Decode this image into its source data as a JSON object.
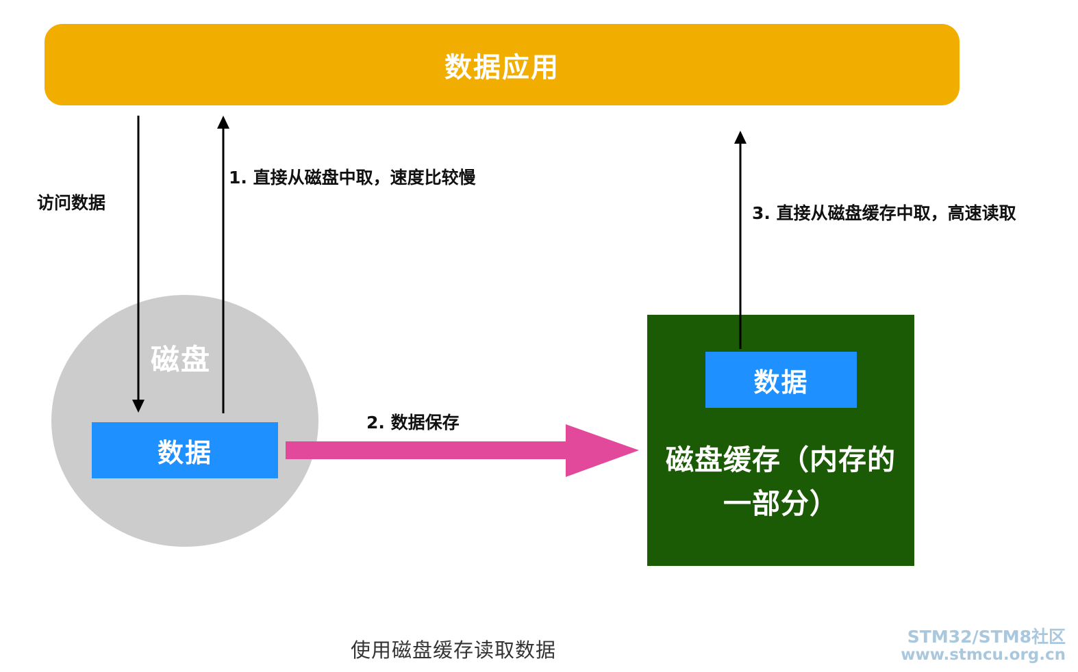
{
  "app": {
    "label": "数据应用"
  },
  "disk": {
    "label": "磁盘",
    "data_label": "数据"
  },
  "cache": {
    "label": "磁盘缓存（内存的\n一部分）",
    "data_label": "数据"
  },
  "arrows": {
    "access_label": "访问数据",
    "step1_label": "1. 直接从磁盘中取，速度比较慢",
    "step2_label": "2. 数据保存",
    "step3_label": "3. 直接从磁盘缓存中取，高速读取"
  },
  "caption": "使用磁盘缓存读取数据",
  "watermark": {
    "line1": "STM32/STM8社区",
    "line2": "www.stmcu.org.cn"
  },
  "colors": {
    "app": "#f2ae00",
    "disk": "#cccccc",
    "data": "#1f90ff",
    "cache": "#1b5b05",
    "save_arrow": "#e3499b"
  }
}
